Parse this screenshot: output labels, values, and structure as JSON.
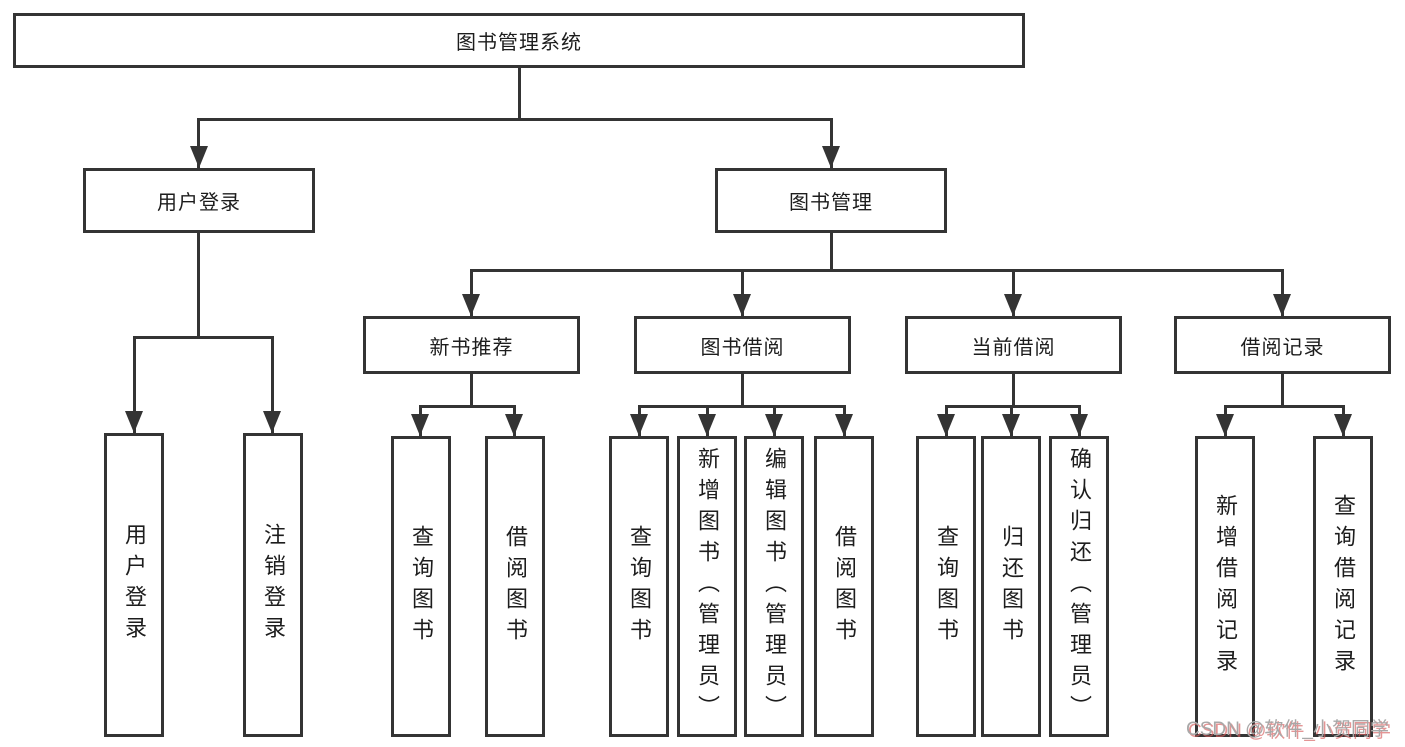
{
  "diagram": {
    "type": "tree",
    "title": "图书管理系统",
    "structure": {
      "图书管理系统": {
        "用户登录": [
          "用户登录",
          "注销登录"
        ],
        "图书管理": {
          "新书推荐": [
            "查询图书",
            "借阅图书"
          ],
          "图书借阅": [
            "查询图书",
            "新增图书（管理员）",
            "编辑图书（管理员）",
            "借阅图书"
          ],
          "当前借阅": [
            "查询图书",
            "归还图书",
            "确认归还（管理员）"
          ],
          "借阅记录": [
            "新增借阅记录",
            "查询借阅记录"
          ]
        }
      }
    }
  },
  "nodes": {
    "root": "图书管理系统",
    "user_login": "用户登录",
    "book_mgmt": "图书管理",
    "new_book_rec": "新书推荐",
    "book_borrow": "图书借阅",
    "current_borrow": "当前借阅",
    "borrow_record": "借阅记录",
    "ul_user_login": "用户登录",
    "ul_logout": "注销登录",
    "nb_query_book": "查询图书",
    "nb_borrow_book": "借阅图书",
    "bb_query_book": "查询图书",
    "bb_add_book": "新增图书（管理员）",
    "bb_edit_book": "编辑图书（管理员）",
    "bb_borrow_book": "借阅图书",
    "cb_query_book": "查询图书",
    "cb_return_book": "归还图书",
    "cb_confirm_return": "确认归还（管理员）",
    "br_add_record": "新增借阅记录",
    "br_query_record": "查询借阅记录"
  },
  "watermark": {
    "text": "CSDN @软件_小贺同学"
  },
  "colors": {
    "line": "#343434",
    "text": "#1d1d1d",
    "background": "#ffffff",
    "watermark_grey": "#a8a8a8",
    "watermark_red": "#d65c5c"
  }
}
